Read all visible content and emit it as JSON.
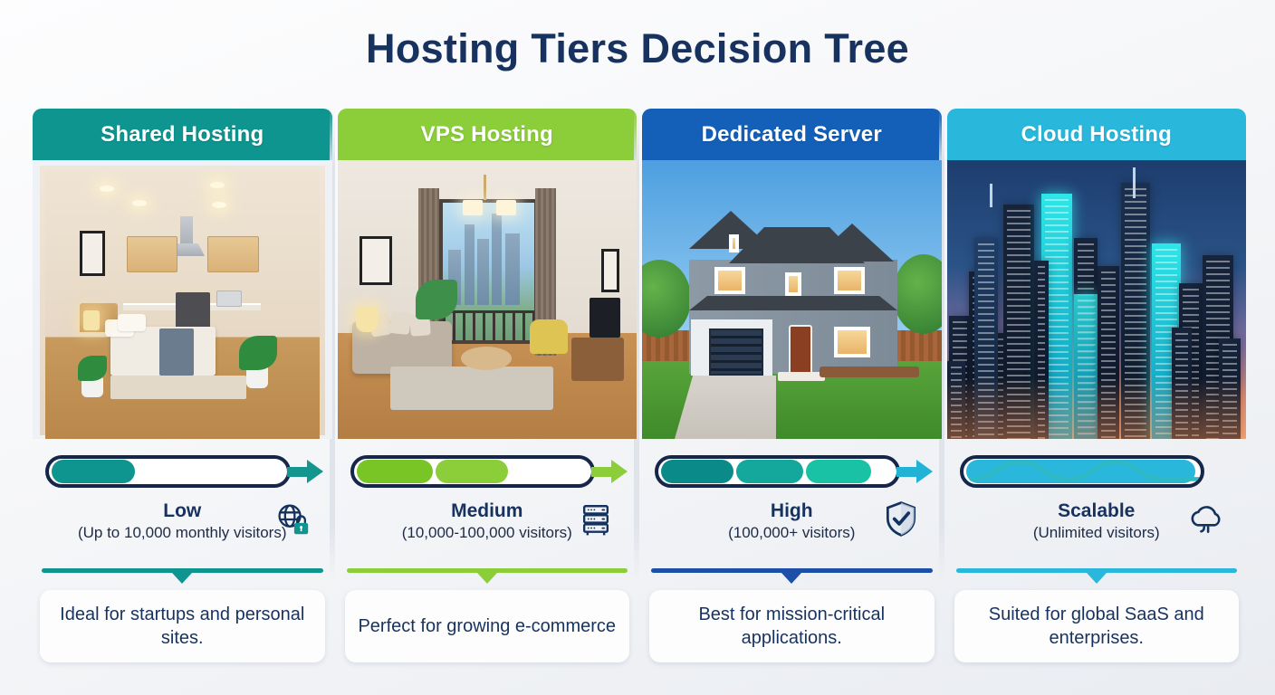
{
  "title": "Hosting Tiers Decision Tree",
  "colors": {
    "title": "#17325e",
    "shared": "#0f958f",
    "vps": "#8bce3a",
    "dedicated": "#1460b8",
    "cloud": "#29b7dc",
    "bar_outline": "#16264a"
  },
  "columns": [
    {
      "header": "Shared Hosting",
      "accent": "#0f958f",
      "illustration": "studio-apartment-room-image",
      "bar": {
        "fill_percent": 36,
        "segments": [
          "#0f958f"
        ]
      },
      "level": "Low",
      "detail": "(Up to 10,000 monthly visitors)",
      "icon": "globe-lock-icon",
      "arrow": "arrow-right-icon",
      "caption": "Ideal for startups and personal sites."
    },
    {
      "header": "VPS Hosting",
      "accent": "#8bce3a",
      "illustration": "apartment-living-room-image",
      "bar": {
        "fill_percent": 65,
        "segments": [
          "#7ac526",
          "#8bce3a"
        ]
      },
      "level": "Medium",
      "detail": "(10,000-100,000 visitors)",
      "icon": "server-rack-icon",
      "arrow": "arrow-right-icon",
      "caption": "Perfect for growing e-commerce"
    },
    {
      "header": "Dedicated Server",
      "accent": "#1460b8",
      "illustration": "detached-house-image",
      "bar": {
        "fill_percent": 90,
        "segments": [
          "#0b8a8a",
          "#14a79b",
          "#19c2a4"
        ]
      },
      "level": "High",
      "detail": "(100,000+ visitors)",
      "icon": "shield-check-icon",
      "arrow": "arrow-right-icon",
      "caption": "Best for mission-critical applications."
    },
    {
      "header": "Cloud Hosting",
      "accent": "#29b7dc",
      "illustration": "city-skyline-image",
      "bar": {
        "fill_percent": 100,
        "segments": [
          "#29b7dc"
        ],
        "overlay": "sine-wave"
      },
      "level": "Scalable",
      "detail": "(Unlimited visitors)",
      "icon": "cloud-icon",
      "arrow": "none",
      "caption": "Suited for global SaaS and enterprises."
    }
  ]
}
